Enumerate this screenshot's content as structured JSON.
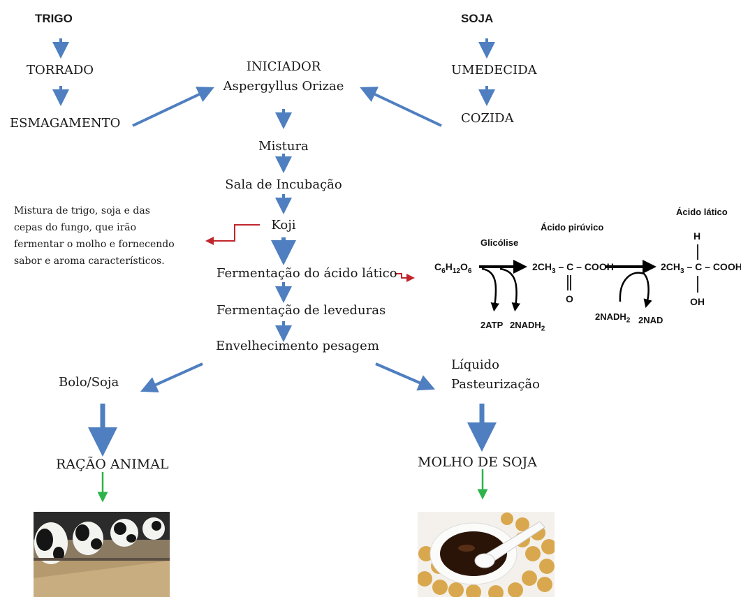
{
  "left_column": {
    "title": "TRIGO",
    "step1": "TORRADO",
    "step2": "ESMAGAMENTO"
  },
  "right_column": {
    "title": "SOJA",
    "step1": "UMEDECIDA",
    "step2": "COZIDA"
  },
  "center": {
    "starter_line1": "INICIADOR",
    "starter_line2": "Aspergyllus Orizae",
    "mix": "Mistura",
    "incubation": "Sala de Incubação",
    "koji": "Koji",
    "lactic_fermentation": "Fermentação do ácido lático",
    "yeast_fermentation": "Fermentação de leveduras",
    "aging": "Envelhecimento pesagem"
  },
  "koji_note": {
    "line1": "Mistura de trigo, soja e das",
    "line2": "cepas do fungo, que irão",
    "line3": "fermentar o molho e fornecendo",
    "line4": "sabor e aroma característicos."
  },
  "left_branch": {
    "cake": "Bolo/Soja",
    "product": "RAÇÃO ANIMAL",
    "image_icon": "cows-feeding-photo"
  },
  "right_branch": {
    "liquid_line1": "Líquido",
    "liquid_line2": "Pasteurização",
    "product": "MOLHO DE SOJA",
    "image_icon": "soy-sauce-spoon-photo"
  },
  "reaction": {
    "glucose": "C",
    "glucose_c_sub": "6",
    "glucose_h": "H",
    "glucose_h_sub": "12",
    "glucose_o": "O",
    "glucose_o_sub": "6",
    "glycolysis_label": "Glicólise",
    "pyruvic_label": "Ácido pirúvico",
    "pyruvic_prefix": "2CH",
    "pyruvic_sub": "3",
    "pyruvic_chain": "– C – COOH",
    "pyruvic_o": "O",
    "atp": "2ATP",
    "nadh_out": "2NADH",
    "nadh_out_sub": "2",
    "nadh_in": "2NADH",
    "nadh_in_sub": "2",
    "nad_out": "2NAD",
    "lactic_label": "Ácido lático",
    "lactic_h": "H",
    "lactic_prefix": "2CH",
    "lactic_sub": "3",
    "lactic_chain": "– C – COOH",
    "lactic_oh": "OH"
  },
  "colors": {
    "blue_arrow": "#4f7fc0",
    "red_arrow": "#c0262c",
    "green_arrow": "#2db34a",
    "black_arrow": "#000000"
  }
}
